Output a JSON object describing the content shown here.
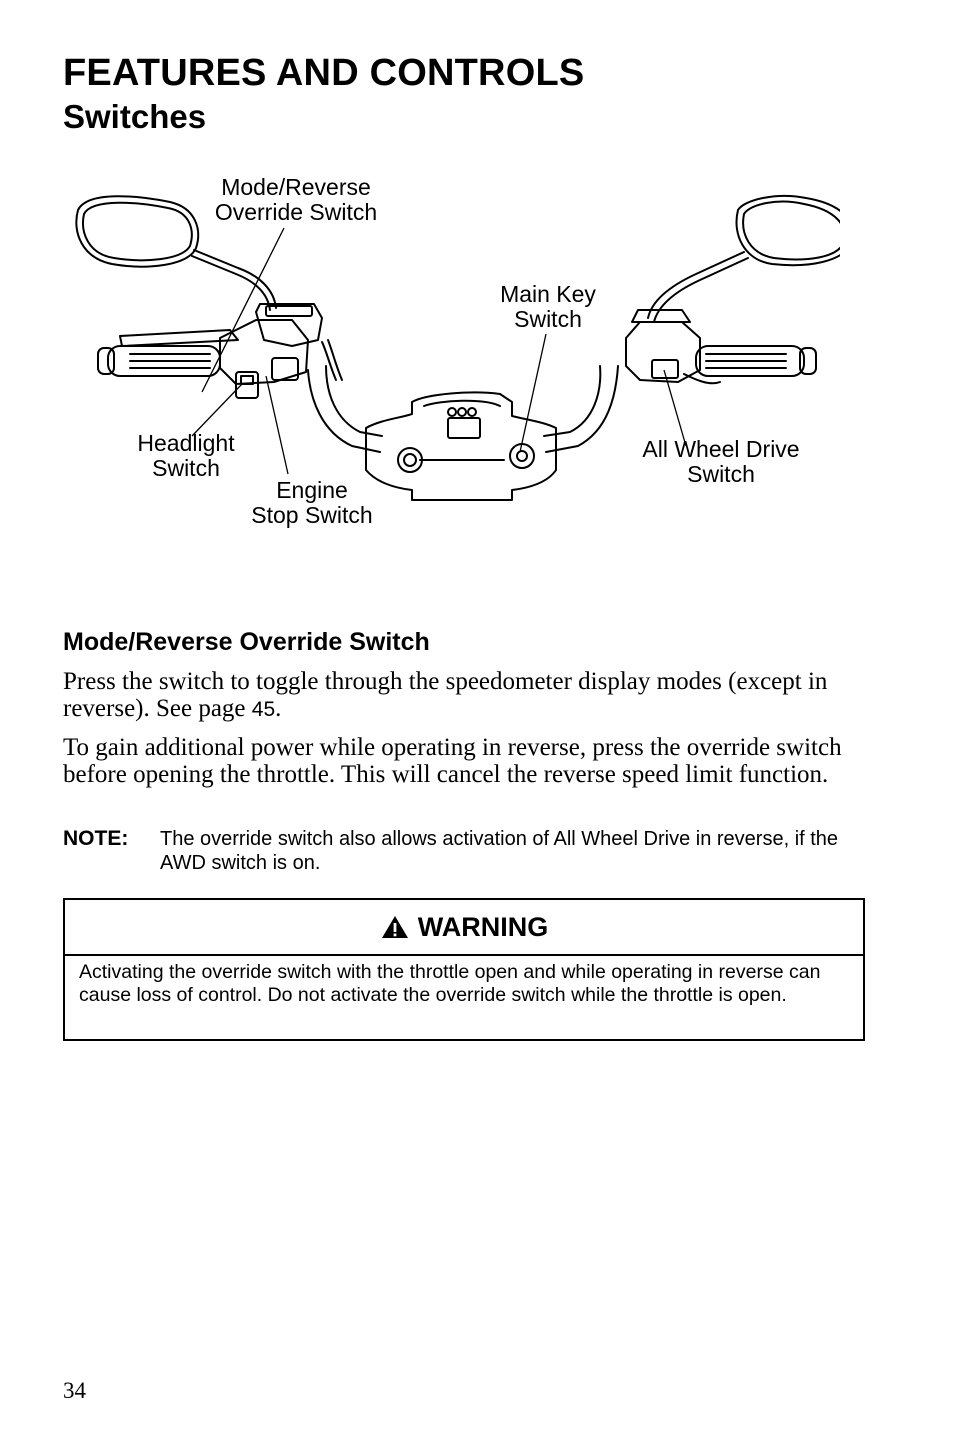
{
  "header": {
    "title": "FEATURES AND CONTROLS",
    "subtitle": "Switches"
  },
  "figure": {
    "callouts": {
      "mode_reverse": "Mode/Reverse\nOverride Switch",
      "main_key": "Main Key\nSwitch",
      "headlight": "Headlight\nSwitch",
      "engine_stop": "Engine\nStop Switch",
      "awd": "All Wheel Drive\nSwitch"
    }
  },
  "section": {
    "heading": "Mode/Reverse Override Switch",
    "para1_text": "Press the switch to toggle through the speedometer display modes (except in reverse). See page ",
    "para1_page": "45",
    "para1_end": ".",
    "para2": "To gain additional power while operating in reverse, press the override switch before opening the throttle. This will cancel the reverse speed limit function."
  },
  "note": {
    "label": "NOTE:",
    "text": "The override switch also allows activation of All Wheel Drive in reverse, if the AWD switch is on."
  },
  "warning": {
    "title": "WARNING",
    "icon": "warning-triangle-icon",
    "text": "Activating the override switch with the throttle open and while operating in reverse can cause loss of control. Do not activate the override switch while the throttle is open."
  },
  "footer": {
    "page_number": "34"
  }
}
